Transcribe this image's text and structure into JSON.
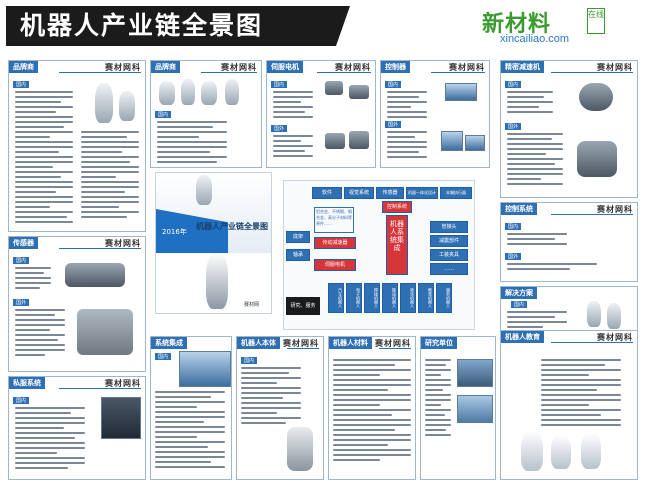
{
  "header": {
    "title": "机器人产业链全景图",
    "logo_main": "新材料",
    "logo_tag": "在线",
    "logo_url": "xincailiao.com"
  },
  "brand_name": "赛材网科",
  "panels": {
    "p1": "品牌商",
    "p2": "品牌商",
    "p3": "伺服电机",
    "p4": "控制器",
    "p5": "精密减速机",
    "p6": "传感器",
    "p7": "控制系统",
    "p8": "解决方案",
    "p9": "系统集成",
    "p10": "机器人本体",
    "p11": "机器人材料",
    "p12": "研究单位",
    "p13": "机器人教育",
    "p14": "私服系统"
  },
  "sections": {
    "guonei": "国内",
    "guowai": "国外"
  },
  "cover": {
    "title": "机器人产业链全景图",
    "year": "2016年",
    "footer": "赛材网"
  },
  "center": {
    "top_row": [
      "软件",
      "视觉系统",
      "传感器",
      "机器一体化设计",
      "末端执行器"
    ],
    "middle": "机器人系统集成",
    "control": "控制系统",
    "left_note": "铝合金、不锈钢、钢合金、高分子材料等原件……",
    "left_items": [
      "传动减速器",
      "伺服电机"
    ],
    "side_left": [
      "底架",
      "轴承"
    ],
    "right_items": [
      "管接头",
      "减震部件",
      "工装夹具",
      "……"
    ],
    "bottom": [
      "汽车机器人",
      "电子机器人",
      "焊接机器人",
      "搬运机器人",
      "喷涂机器人",
      "教育机器人",
      "服务机器人"
    ],
    "service": "研究、服务"
  }
}
